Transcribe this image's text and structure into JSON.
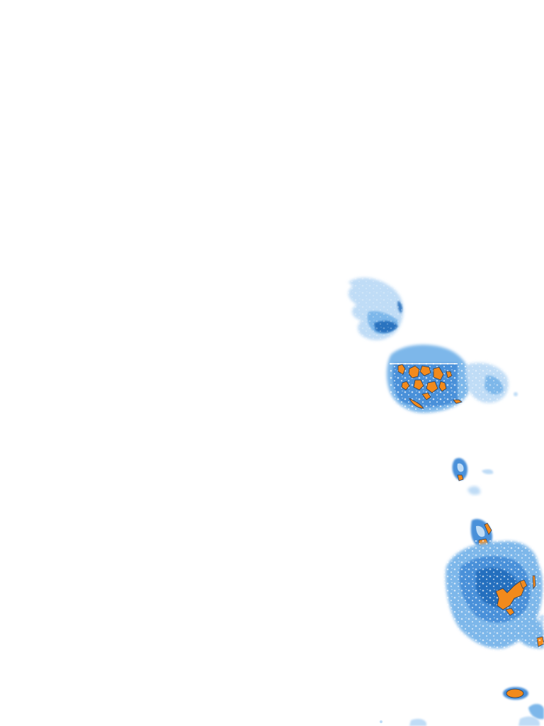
{
  "map": {
    "background_color": "#ffffff",
    "colors": {
      "light_blue": "#bfdcf6",
      "mid_blue": "#7db7ea",
      "blue": "#4a90d9",
      "dark_blue": "#1f68b8",
      "highlight_orange": "#f28a1c",
      "outline_dark": "#2a3a55"
    },
    "legend": {
      "low_intensity": "light-blue",
      "high_intensity": "dark-blue",
      "highlight": "orange"
    }
  }
}
